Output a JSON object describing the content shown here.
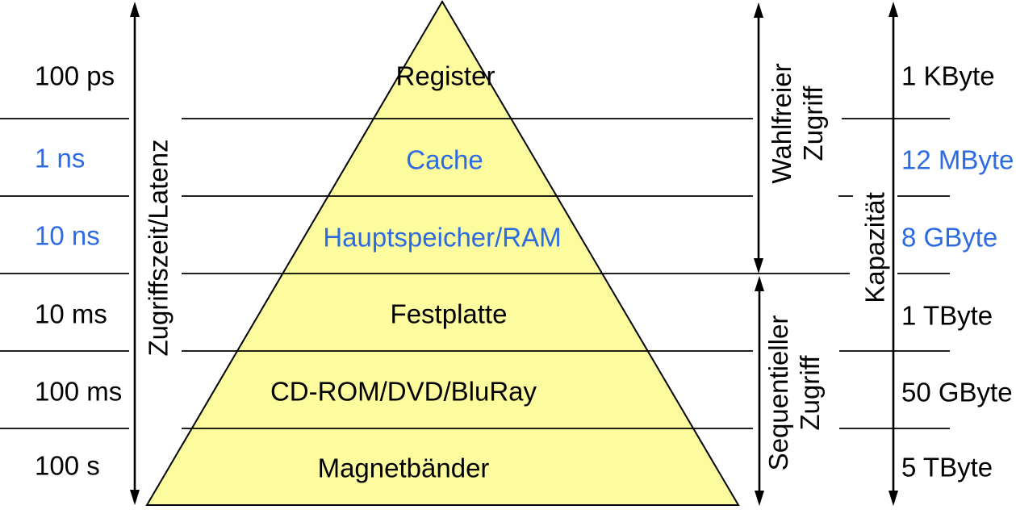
{
  "diagram": {
    "levels": [
      {
        "label": "Register",
        "latency": "100 ps",
        "capacity": "1 KByte",
        "highlight": false
      },
      {
        "label": "Cache",
        "latency": "1 ns",
        "capacity": "12 MByte",
        "highlight": true
      },
      {
        "label": "Hauptspeicher/RAM",
        "latency": "10 ns",
        "capacity": "8 GByte",
        "highlight": true
      },
      {
        "label": "Festplatte",
        "latency": "10 ms",
        "capacity": "1 TByte",
        "highlight": false
      },
      {
        "label": "CD-ROM/DVD/BluRay",
        "latency": "100 ms",
        "capacity": "50 GByte",
        "highlight": false
      },
      {
        "label": "Magnetbänder",
        "latency": "100 s",
        "capacity": "5 TByte",
        "highlight": false
      }
    ],
    "axes": {
      "latency_label": "Zugriffszeit/Latenz",
      "random_access_line1": "Wahlfreier",
      "random_access_line2": "Zugriff",
      "sequential_access_line1": "Sequentieller",
      "sequential_access_line2": "Zugriff",
      "capacity_label": "Kapazität"
    },
    "colors": {
      "highlight_blue": "#2d6be2",
      "pyramid_fill": "#fcfc9e",
      "line_color": "#000000"
    }
  }
}
